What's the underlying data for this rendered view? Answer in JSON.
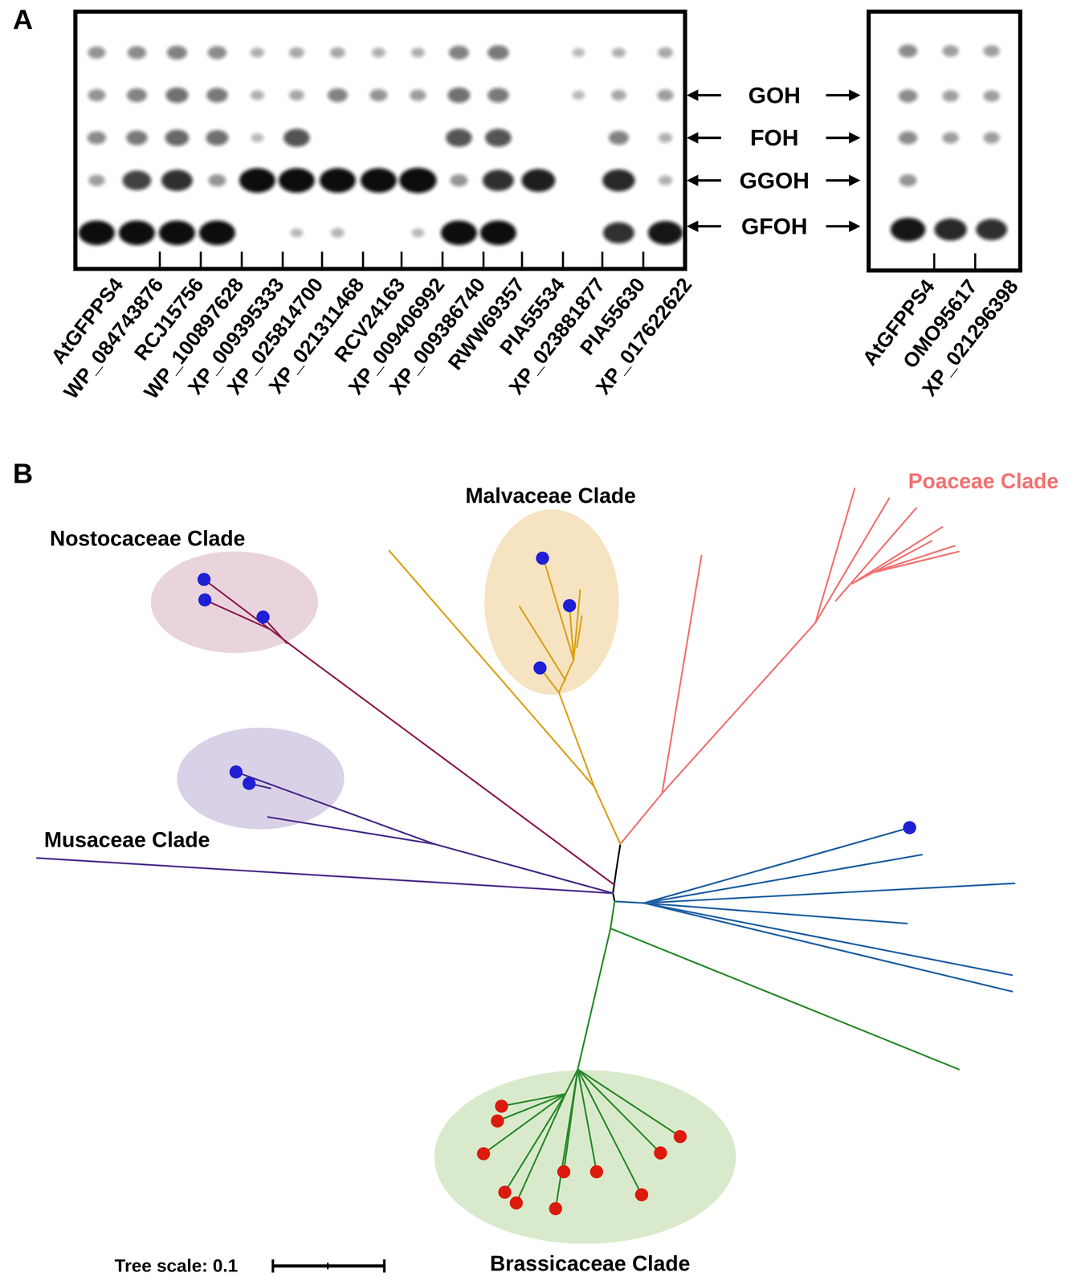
{
  "diagram": {
    "nodes": [
      {
        "text": [
          "Malvaceae Clade"
        ]
      },
      {
        "text": [
          "Nostocaceae Clade"
        ]
      },
      {
        "text": [
          "Musaceae Clade"
        ]
      },
      {
        "text": [
          "Brassicaceae Clade"
        ]
      }
    ],
    "labels": [
      "A",
      "GOH",
      "FOH",
      "GGOH",
      "GFOH",
      "AtGFPPS4",
      "WP_084743876",
      "RCJ15756",
      "WP_100897628",
      "XP_009395333",
      "XP_025814700",
      "XP_021311468",
      "RCV24163",
      "XP_009406992",
      "XP_009386740",
      "RWW69357",
      "PIA55534",
      "XP_023881877",
      "PIA55630",
      "XP_017622622",
      "AtGFPPS4",
      "OMO95617",
      "XP_021296398",
      "B",
      "Poaceae Clade",
      "Tree scale: 0.1"
    ]
  }
}
